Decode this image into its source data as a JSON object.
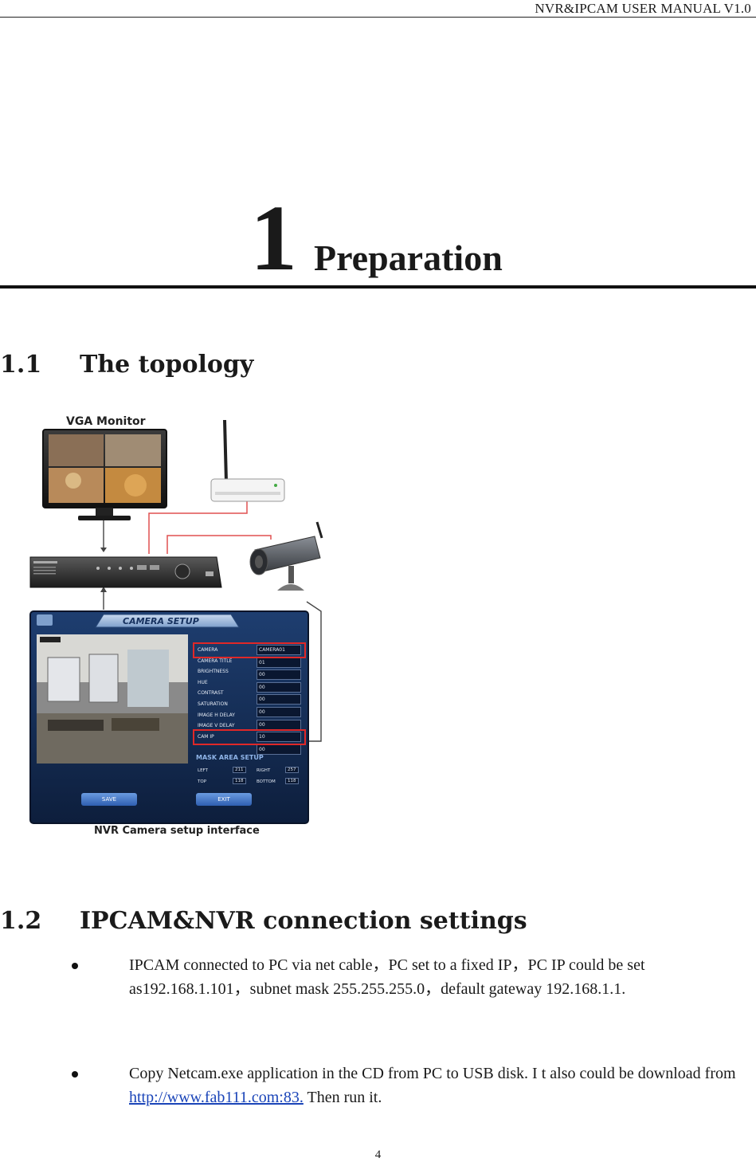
{
  "header": {
    "running_title": "NVR&IPCAM USER MANUAL V1.0"
  },
  "chapter": {
    "number": "1",
    "title": "Preparation"
  },
  "section_1_1": {
    "number": "1.1",
    "title": "The topology"
  },
  "figure": {
    "monitor_label": "VGA Monitor",
    "panel_title": "CAMERA SETUP",
    "menu_items": [
      "CAMERA",
      "CAMERA TITLE",
      "BRIGHTNESS",
      "HUE",
      "CONTRAST",
      "SATURATION",
      "IMAGE H DELAY",
      "IMAGE V DELAY",
      "CAM IP"
    ],
    "menu_values": [
      "CAMERA01",
      "01",
      "00",
      "00",
      "00",
      "00",
      "00",
      "10",
      "00"
    ],
    "mask_title": "MASK AREA SETUP",
    "mask_left_label": "LEFT",
    "mask_left_value": "211",
    "mask_right_label": "RIGHT",
    "mask_right_value": "257",
    "mask_top_label": "TOP",
    "mask_top_value": "118",
    "mask_bottom_label": "BOTTOM",
    "mask_bottom_value": "118",
    "save_label": "SAVE",
    "exit_label": "EXIT",
    "caption": "NVR Camera setup interface"
  },
  "section_1_2": {
    "number": "1.2",
    "title": "IPCAM&NVR connection settings"
  },
  "bullets": {
    "b1_text": "IPCAM connected to PC via net cable，PC set to a fixed IP，PC IP could be set as192.168.1.101，subnet mask 255.255.255.0，default gateway 192.168.1.1.",
    "b2_pre": "Copy Netcam.exe application in the CD from PC to USB disk. I t also could be download from ",
    "b2_link": "http://www.fab111.com:83.",
    "b2_post": " Then run it."
  },
  "page_number": "4"
}
